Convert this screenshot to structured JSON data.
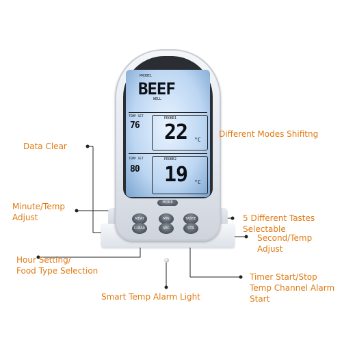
{
  "callouts": {
    "data_clear": "Data Clear",
    "minute_temp_1": "Minute/Temp",
    "minute_temp_2": "Adjust",
    "hour_setting_1": "Hour Setting/",
    "hour_setting_2": "Food Type Selection",
    "smart_light": "Smart Temp Alarm Light",
    "modes": "Different Modes Shifitng",
    "tastes_1": "5 Different Tastes",
    "tastes_2": "Selectable",
    "second_temp_1": "Second/Temp",
    "second_temp_2": "Adjust",
    "timer_1": "Timer Start/Stop",
    "timer_2": "Temp Channel Alarm",
    "timer_3": "Start"
  },
  "display": {
    "probe1_header": "PROBE1",
    "food": "BEEF",
    "doneness": "WELL",
    "temp_set_label_1": "TEMP SET",
    "probe1_label": "PROBE1",
    "set_temp_1": "76",
    "probe1_temp": "22",
    "unit": "°C",
    "temp_set_label_2": "TEMP SET",
    "probe2_label": "PROBE2",
    "set_temp_2": "80",
    "probe2_temp": "19"
  },
  "buttons": {
    "mode": "MODE",
    "meat": "MEAT",
    "min": "MIN",
    "taste": "TASTE",
    "clear": "CLEAR",
    "sec": "SEC",
    "start": "STR"
  },
  "colors": {
    "callout": "#e07a12",
    "leader": "#222222"
  }
}
